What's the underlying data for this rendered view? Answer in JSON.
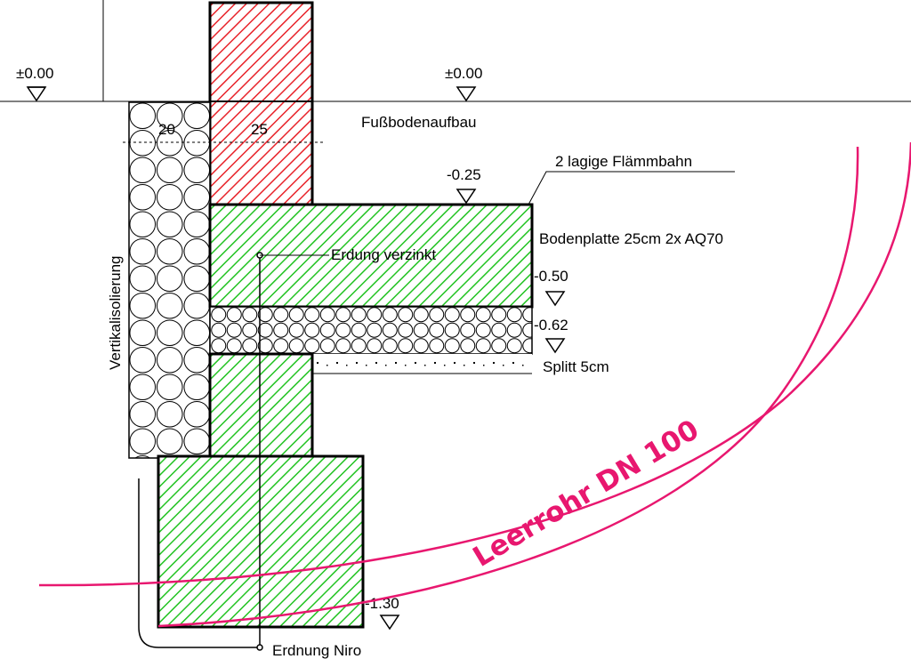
{
  "levels": {
    "left_zero": "±0.00",
    "right_zero": "±0.00",
    "minus_025": "-0.25",
    "minus_050": "-0.50",
    "minus_062": "-0.62",
    "minus_130": "-1.30"
  },
  "dimensions": {
    "insulation_width": "20",
    "wall_width": "25"
  },
  "labels": {
    "floor_build_up": "Fußbodenaufbau",
    "membrane": "2 lagige Flämmbahn",
    "floor_slab": "Bodenplatte 25cm 2x AQ70",
    "grounding_galvanized": "Erdung verzinkt",
    "grit": "Splitt 5cm",
    "vertical_insulation": "Vertikalisolierung",
    "grounding_stainless": "Erdnung Niro",
    "conduit": "Leerrohr DN 100"
  },
  "colors": {
    "masonry_hatch": "#e8232a",
    "concrete_hatch": "#22c322",
    "conduit": "#e8176f",
    "line": "#000000"
  }
}
